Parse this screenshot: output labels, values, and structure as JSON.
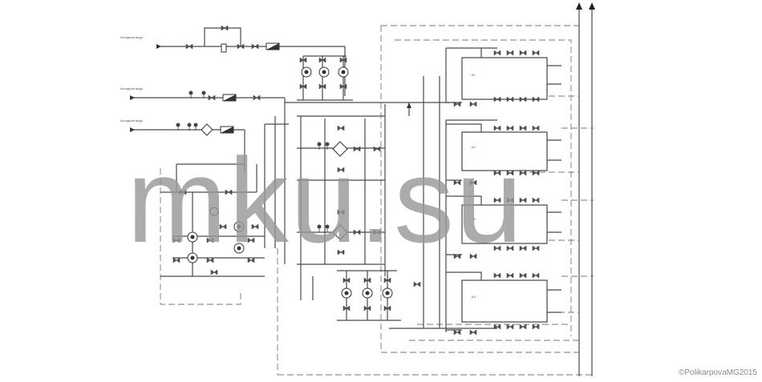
{
  "watermark": "mku.su",
  "copyright": "©PolikarpovaMG2015",
  "diagram": {
    "inlet_labels": [
      "Исходная вода",
      "Исходная вода",
      "Исходная вода"
    ],
    "tank_labels": [
      "Б1",
      "Б2",
      "Б3",
      "Б4"
    ]
  }
}
